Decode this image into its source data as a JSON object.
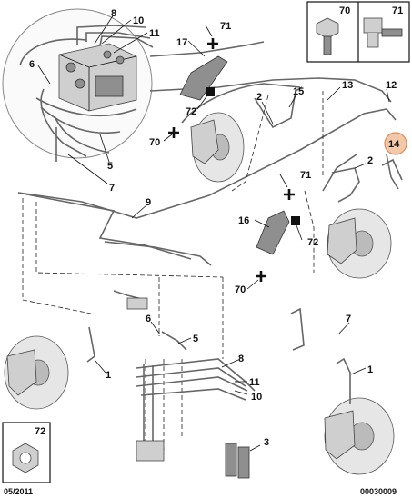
{
  "labels": {
    "l1a": "1",
    "l1b": "1",
    "l2a": "2",
    "l2b": "2",
    "l3": "3",
    "l5a": "5",
    "l5b": "5",
    "l6a": "6",
    "l6b": "6",
    "l7a": "7",
    "l7b": "7",
    "l8a": "8",
    "l8b": "8",
    "l9": "9",
    "l10a": "10",
    "l10b": "10",
    "l11a": "11",
    "l11b": "11",
    "l12": "12",
    "l13": "13",
    "l14": "14",
    "l15": "15",
    "l16": "16",
    "l17": "17",
    "l70a": "70",
    "l70b": "70",
    "l71a": "71",
    "l71b": "71",
    "l72a": "72",
    "l72b": "72",
    "box70": "70",
    "box71": "71",
    "box72": "72"
  },
  "footer": {
    "date": "05/2011",
    "reference": "00030009"
  },
  "colors": {
    "highlight": "#f3c7a8",
    "highlight_ring": "#d98f5c"
  }
}
